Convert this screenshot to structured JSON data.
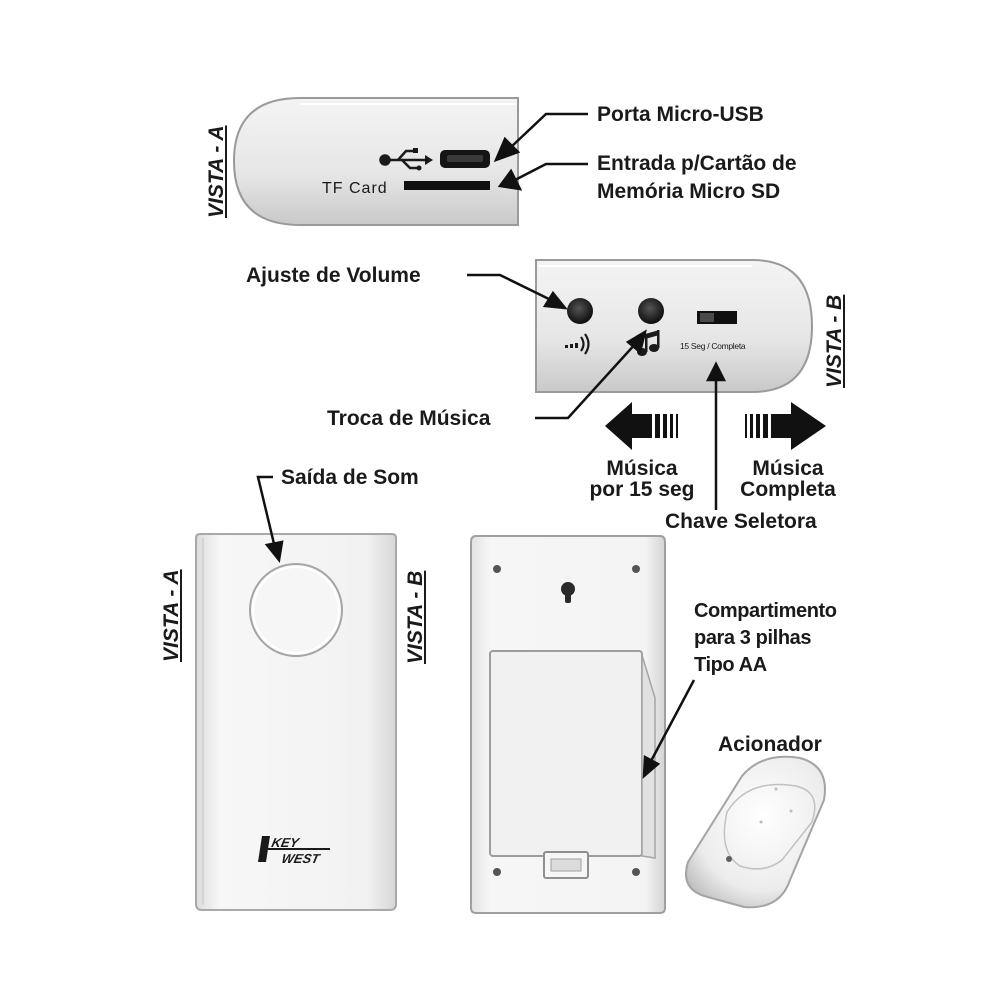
{
  "views": {
    "vista_a_top": "VISTA - A",
    "vista_b_right": "VISTA - B",
    "vista_a_side": "VISTA - A",
    "vista_b_side": "VISTA - B"
  },
  "device_markings": {
    "tf_card": "TF Card",
    "selector_marking": "15 Seg / Completa",
    "brand_logo": "KEY WEST"
  },
  "callouts": {
    "micro_usb": "Porta Micro-USB",
    "tf_line1": "Entrada p/Cartão de",
    "tf_line2": "Memória Micro SD",
    "volume": "Ajuste de Volume",
    "music_change": "Troca de Música",
    "sound_out": "Saída de Som",
    "music15_line1": "Música",
    "music15_line2": "por 15 seg",
    "full_line1": "Música",
    "full_line2": "Completa",
    "selector": "Chave Seletora",
    "battery_line1": "Compartimento",
    "battery_line2": "para 3 pilhas",
    "battery_line3": "Tipo AA",
    "trigger": "Acionador"
  },
  "icons": [
    "usb-icon",
    "volume-icon",
    "music-note-icon",
    "arrow-left-icon",
    "arrow-right-icon"
  ]
}
